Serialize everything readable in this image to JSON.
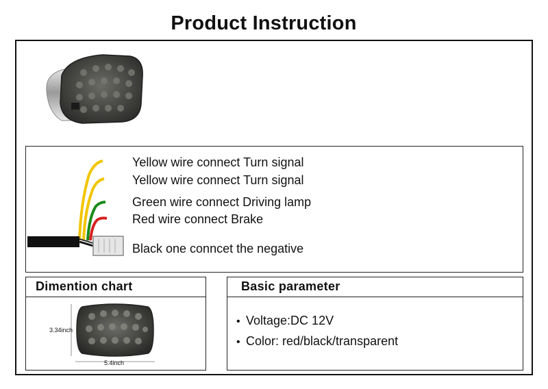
{
  "page": {
    "title": "Product Instruction"
  },
  "wiring": {
    "labels": [
      "Yellow wire connect Turn signal",
      "Yellow wire connect Turn signal",
      "Green wire connect Driving lamp",
      "Red wire connect Brake",
      "Black one conncet the negative"
    ],
    "colors": {
      "yellow": "#f2c500",
      "green": "#1a8a1a",
      "red": "#d62020",
      "black": "#111111"
    }
  },
  "dimension_chart": {
    "heading": "Dimention chart",
    "height_label": "3.34inch",
    "width_label": "5.4inch"
  },
  "basic_parameter": {
    "heading": "Basic parameter",
    "items": [
      "Voltage:DC 12V",
      "Color: red/black/transparent"
    ]
  }
}
